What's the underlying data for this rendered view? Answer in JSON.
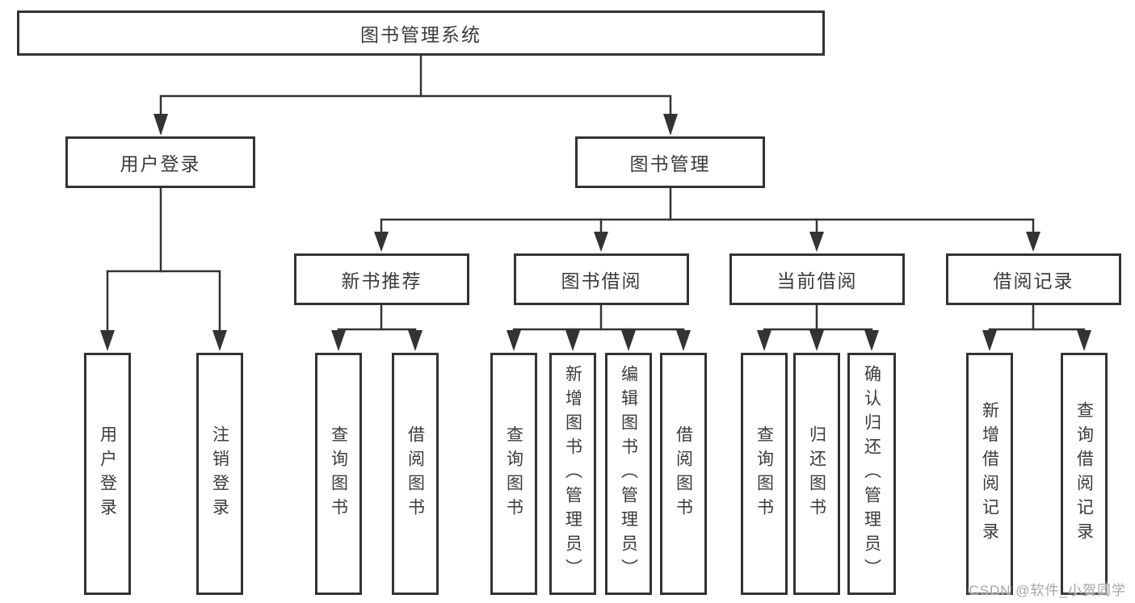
{
  "diagram": {
    "type": "hierarchy-tree",
    "tree": {
      "label": "图书管理系统",
      "children": [
        {
          "label": "用户登录",
          "children": [
            {
              "label": "用户登录"
            },
            {
              "label": "注销登录"
            }
          ]
        },
        {
          "label": "图书管理",
          "children": [
            {
              "label": "新书推荐",
              "children": [
                {
                  "label": "查询图书"
                },
                {
                  "label": "借阅图书"
                }
              ]
            },
            {
              "label": "图书借阅",
              "children": [
                {
                  "label": "查询图书"
                },
                {
                  "label": "新增图书（管理员）"
                },
                {
                  "label": "编辑图书（管理员）"
                },
                {
                  "label": "借阅图书"
                }
              ]
            },
            {
              "label": "当前借阅",
              "children": [
                {
                  "label": "查询图书"
                },
                {
                  "label": "归还图书"
                },
                {
                  "label": "确认归还（管理员）"
                }
              ]
            },
            {
              "label": "借阅记录",
              "children": [
                {
                  "label": "新增借阅记录"
                },
                {
                  "label": "查询借阅记录"
                }
              ]
            }
          ]
        }
      ]
    },
    "colors": {
      "line": "#333333",
      "text": "#3b3b3b",
      "background": "#ffffff",
      "watermark": "#a5a5a5"
    }
  },
  "watermark": {
    "text": "CSDN @软件_小贺同学"
  }
}
